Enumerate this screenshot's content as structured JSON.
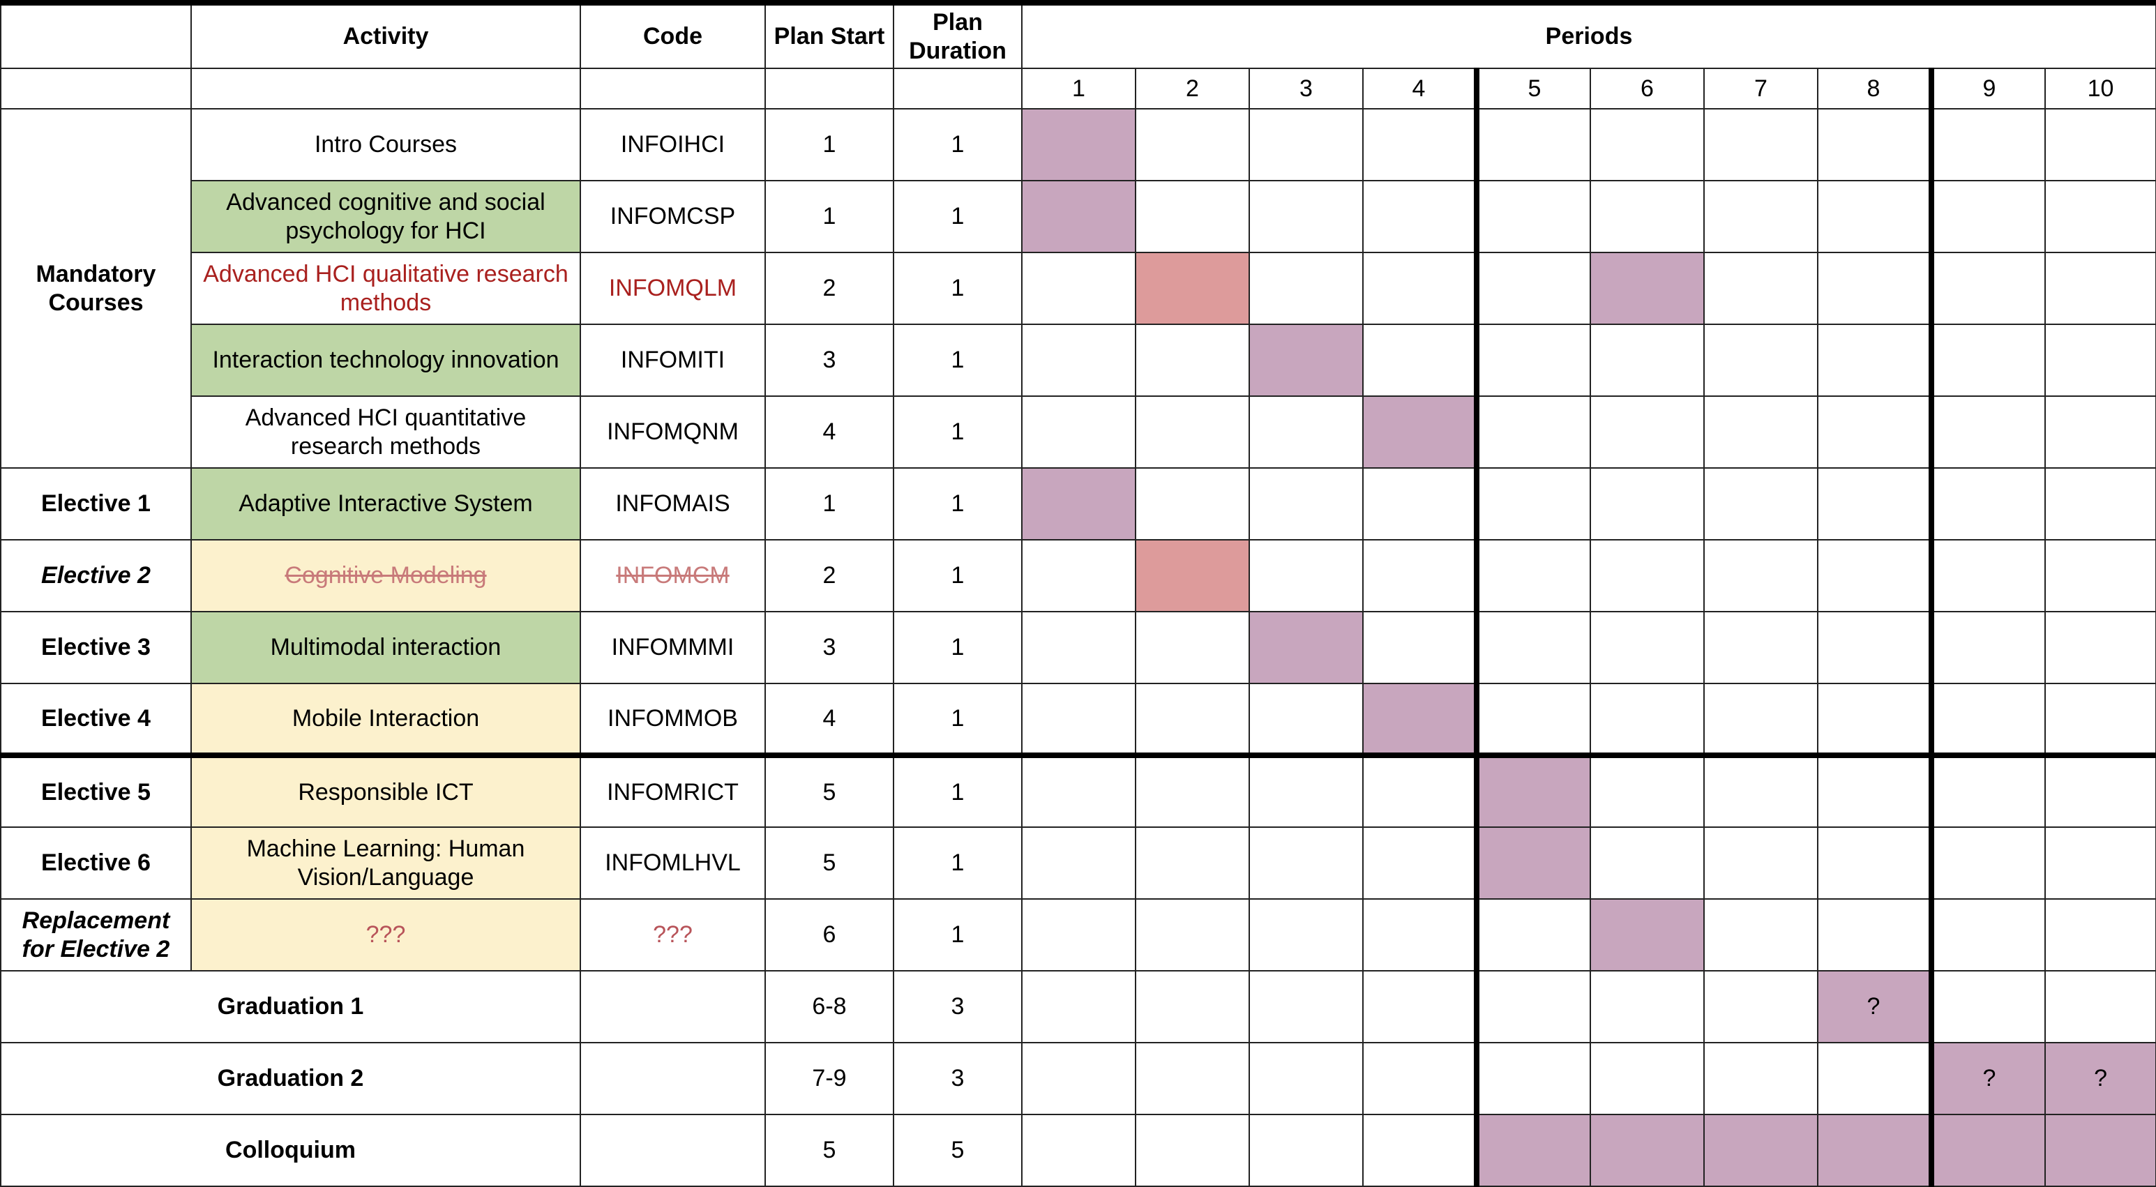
{
  "headers": {
    "activity": "Activity",
    "code": "Code",
    "plan_start": "Plan Start",
    "plan_duration_line1": "Plan",
    "plan_duration_line2": "Duration",
    "periods": "Periods"
  },
  "period_numbers": [
    "1",
    "2",
    "3",
    "4",
    "5",
    "6",
    "7",
    "8",
    "9",
    "10"
  ],
  "groups": {
    "mandatory_line1": "Mandatory",
    "mandatory_line2": "Courses"
  },
  "rows": [
    {
      "activity": "Intro Courses",
      "code": "INFOIHCI",
      "start": "1",
      "duration": "1"
    },
    {
      "activity": "Advanced cognitive and social psychology for HCI",
      "code": "INFOMCSP",
      "start": "1",
      "duration": "1"
    },
    {
      "activity": "Advanced HCI qualitative research methods",
      "code": "INFOMQLM",
      "start": "2",
      "duration": "1"
    },
    {
      "activity": "Interaction technology innovation",
      "code": "INFOMITI",
      "start": "3",
      "duration": "1"
    },
    {
      "activity": "Advanced HCI quantitative research methods",
      "code": "INFOMQNM",
      "start": "4",
      "duration": "1"
    },
    {
      "category": "Elective 1",
      "activity": "Adaptive Interactive System",
      "code": "INFOMAIS",
      "start": "1",
      "duration": "1"
    },
    {
      "category": "Elective 2",
      "activity": "Cognitive Modeling",
      "code": "INFOMCM",
      "start": "2",
      "duration": "1"
    },
    {
      "category": "Elective 3",
      "activity": "Multimodal interaction",
      "code": "INFOMMMI",
      "start": "3",
      "duration": "1"
    },
    {
      "category": "Elective 4",
      "activity": "Mobile Interaction",
      "code": "INFOMMOB",
      "start": "4",
      "duration": "1"
    },
    {
      "category": "Elective 5",
      "activity": "Responsible ICT",
      "code": "INFOMRICT",
      "start": "5",
      "duration": "1"
    },
    {
      "category": "Elective 6",
      "activity": "Machine Learning: Human Vision/Language",
      "code": "INFOMLHVL",
      "start": "5",
      "duration": "1"
    },
    {
      "category_line1": "Replacement",
      "category_line2": "for Elective 2",
      "activity": "???",
      "code": "???",
      "start": "6",
      "duration": "1"
    },
    {
      "activity": "Graduation 1",
      "start": "6-8",
      "duration": "3"
    },
    {
      "activity": "Graduation 2",
      "start": "7-9",
      "duration": "3"
    },
    {
      "activity": "Colloquium",
      "start": "5",
      "duration": "5"
    }
  ],
  "period_marks": {
    "graduation_1_p8": "?",
    "graduation_2_p9": "?",
    "graduation_2_p10": "?"
  },
  "colors": {
    "scheduled": "#c8a6be",
    "dropped": "#dd9b9b",
    "passed": "#bed6a6",
    "planned": "#fcf1cd",
    "dropped_text": "#a9201e"
  }
}
